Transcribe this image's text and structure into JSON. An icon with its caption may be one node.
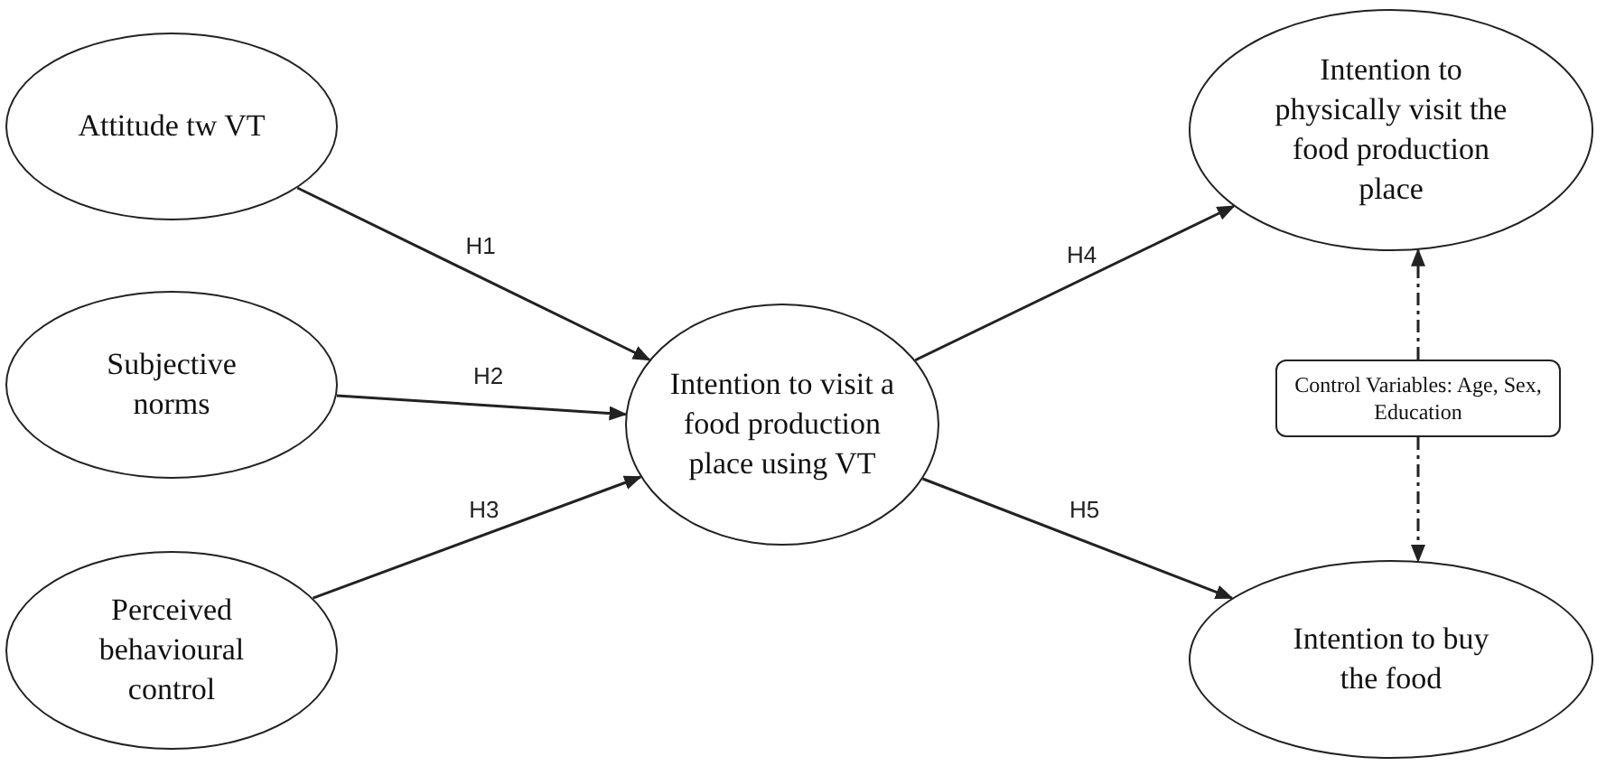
{
  "diagram": {
    "nodes": [
      {
        "text": [
          "Attitude tw VT"
        ]
      },
      {
        "text": [
          "Subjective norms"
        ]
      },
      {
        "text": [
          "Perceived behavioural control"
        ]
      },
      {
        "text": [
          "Intention to visit a food production place using VT"
        ]
      },
      {
        "text": [
          "Intention to physically visit the food production place"
        ]
      },
      {
        "text": [
          "Control Variables: Age, Sex, Education"
        ]
      },
      {
        "text": [
          "Intention to buy the food"
        ]
      }
    ],
    "edges": [
      {
        "from": 0,
        "to": 3,
        "arrow": "to",
        "label": "H1"
      },
      {
        "from": 1,
        "to": 3,
        "arrow": "to",
        "label": "H2"
      },
      {
        "from": 2,
        "to": 3,
        "arrow": "to",
        "label": "H3"
      },
      {
        "from": 3,
        "to": 4,
        "arrow": "to",
        "label": "H4"
      },
      {
        "from": 3,
        "to": 6,
        "arrow": "to",
        "label": "H5"
      },
      {
        "from": 5,
        "to": 4,
        "arrow": "to",
        "style": "dashed"
      },
      {
        "from": 5,
        "to": 6,
        "arrow": "to",
        "style": "dashed"
      }
    ]
  }
}
